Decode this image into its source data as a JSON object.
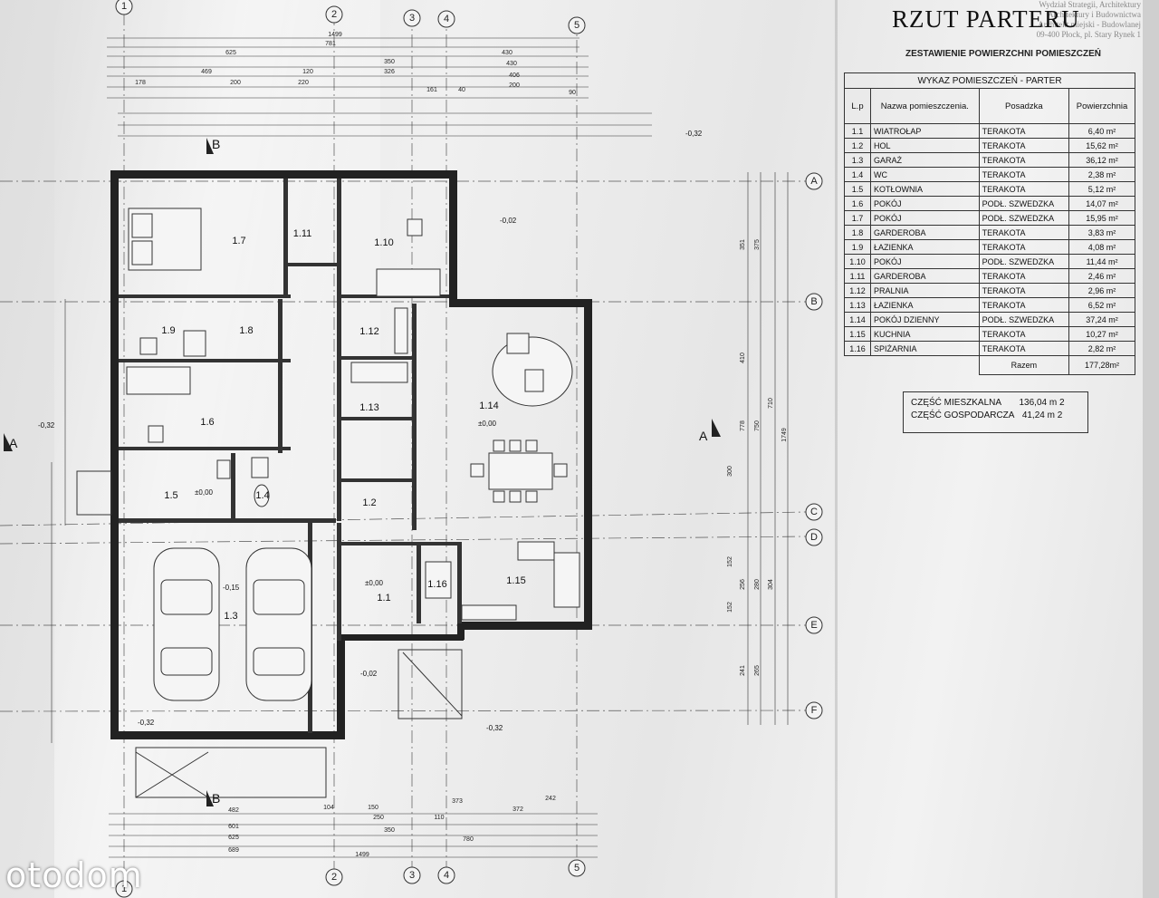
{
  "title": "RZUT PARTERU",
  "stamp_text": [
    "Wydział Strategii, Architektury",
    "Architektury i Budownictwa",
    "Architekt miejski - Budowlanej",
    "09-400 Płock, pl. Stary Rynek 1"
  ],
  "subtitle": "ZESTAWIENIE POWIERZCHNI POMIESZCZEŃ",
  "table": {
    "caption": "WYKAZ POMIESZCZEŃ - PARTER",
    "headers": {
      "lp": "L.p",
      "name": "Nazwa pomieszczenia.",
      "floor": "Posadzka",
      "area": "Powierzchnia"
    },
    "rows": [
      {
        "lp": "1.1",
        "name": "WIATROŁAP",
        "floor": "TERAKOTA",
        "area": "6,40 m²"
      },
      {
        "lp": "1.2",
        "name": "HOL",
        "floor": "TERAKOTA",
        "area": "15,62 m²"
      },
      {
        "lp": "1.3",
        "name": "GARAŻ",
        "floor": "TERAKOTA",
        "area": "36,12 m²"
      },
      {
        "lp": "1.4",
        "name": "WC",
        "floor": "TERAKOTA",
        "area": "2,38 m²"
      },
      {
        "lp": "1.5",
        "name": "KOTŁOWNIA",
        "floor": "TERAKOTA",
        "area": "5,12 m²"
      },
      {
        "lp": "1.6",
        "name": "POKÓJ",
        "floor": "PODŁ. SZWEDZKA",
        "area": "14,07 m²"
      },
      {
        "lp": "1.7",
        "name": "POKÓJ",
        "floor": "PODŁ. SZWEDZKA",
        "area": "15,95 m²"
      },
      {
        "lp": "1.8",
        "name": "GARDEROBA",
        "floor": "TERAKOTA",
        "area": "3,83 m²"
      },
      {
        "lp": "1.9",
        "name": "ŁAZIENKA",
        "floor": "TERAKOTA",
        "area": "4,08 m²"
      },
      {
        "lp": "1.10",
        "name": "POKÓJ",
        "floor": "PODŁ. SZWEDZKA",
        "area": "11,44 m²"
      },
      {
        "lp": "1.11",
        "name": "GARDEROBA",
        "floor": "TERAKOTA",
        "area": "2,46 m²"
      },
      {
        "lp": "1.12",
        "name": "PRALNIA",
        "floor": "TERAKOTA",
        "area": "2,96 m²"
      },
      {
        "lp": "1.13",
        "name": "ŁAZIENKA",
        "floor": "TERAKOTA",
        "area": "6,52 m²"
      },
      {
        "lp": "1.14",
        "name": "POKÓJ DZIENNY",
        "floor": "PODŁ. SZWEDZKA",
        "area": "37,24 m²"
      },
      {
        "lp": "1.15",
        "name": "KUCHNIA",
        "floor": "TERAKOTA",
        "area": "10,27 m²"
      },
      {
        "lp": "1.16",
        "name": "SPIŻARNIA",
        "floor": "TERAKOTA",
        "area": "2,82 m²"
      }
    ],
    "total_label": "Razem",
    "total_value": "177,28m²"
  },
  "parts": {
    "residential_label": "CZĘŚĆ MIESZKALNA",
    "residential_value": "136,04 m 2",
    "utility_label": "CZĘŚĆ GOSPODARCZA",
    "utility_value": "41,24 m 2"
  },
  "plan": {
    "axes_vertical": [
      "1",
      "2",
      "3",
      "4",
      "5"
    ],
    "axes_horizontal": [
      "A",
      "B",
      "C",
      "D",
      "E",
      "F"
    ],
    "rooms": [
      "1.1",
      "1.2",
      "1.3",
      "1.4",
      "1.5",
      "1.6",
      "1.7",
      "1.8",
      "1.9",
      "1.10",
      "1.11",
      "1.12",
      "1.13",
      "1.14",
      "1.15",
      "1.16"
    ],
    "levels": [
      "±0,00",
      "±0,00",
      "±0,00",
      "-0,02",
      "-0,02",
      "-0,32",
      "-0,32",
      "-0,32",
      "-0,15",
      "-0,32"
    ],
    "section_marks": [
      "A",
      "A",
      "B",
      "B"
    ],
    "dims_top": [
      "1499",
      "781",
      "430",
      "625",
      "350",
      "430",
      "469",
      "120",
      "326",
      "406",
      "178",
      "200",
      "220",
      "161",
      "40",
      "200",
      "90"
    ],
    "dims_bottom": [
      "482",
      "104",
      "150",
      "373",
      "242",
      "601",
      "250",
      "110",
      "372",
      "625",
      "350",
      "780",
      "689",
      "1499"
    ],
    "dims_right": [
      "351",
      "375",
      "410",
      "710",
      "778",
      "750",
      "1749",
      "300",
      "152",
      "256",
      "280",
      "304",
      "152",
      "241",
      "265"
    ]
  },
  "watermark": "otodom"
}
